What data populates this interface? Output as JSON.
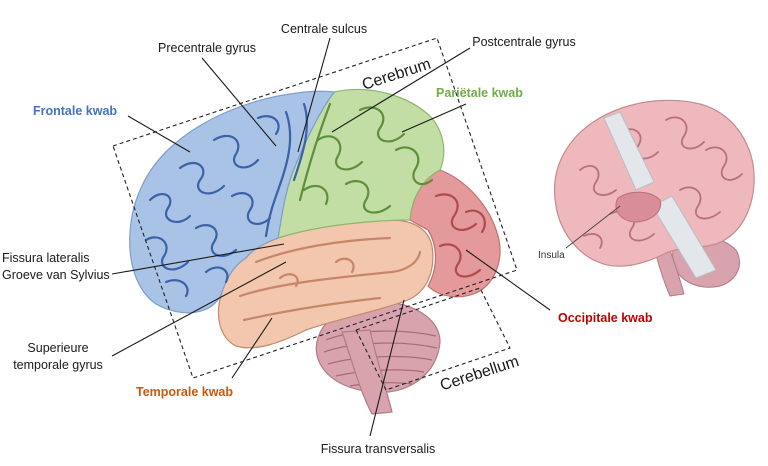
{
  "labels": {
    "centrale_sulcus": "Centrale sulcus",
    "precentrale_gyrus": "Precentrale gyrus",
    "postcentrale_gyrus": "Postcentrale gyrus",
    "cerebrum": "Cerebrum",
    "cerebellum": "Cerebellum",
    "fissura_lateralis_1": "Fissura lateralis",
    "fissura_lateralis_2": "Groeve van Sylvius",
    "superieure_temporale_gyrus_1": "Superieure",
    "superieure_temporale_gyrus_2": "temporale gyrus",
    "fissura_transversalis": "Fissura transversalis",
    "insula": "Insula"
  },
  "lobes": {
    "frontale": {
      "label": "Frontale kwab",
      "color": "#4472c4"
    },
    "parietale": {
      "label": "Pariëtale kwab",
      "color": "#70ad47"
    },
    "occipitale": {
      "label": "Occipitale kwab",
      "color": "#c00000"
    },
    "temporale": {
      "label": "Temporale kwab",
      "color": "#c55a11"
    }
  },
  "colors": {
    "frontal_fill": "#a9c3e6",
    "parietal_fill": "#c2dea5",
    "occipital_fill": "#e49a9a",
    "temporal_fill": "#f3c7ad",
    "cerebellum_fill": "#d9a3ad",
    "inset_brain_fill": "#eeb8bc"
  }
}
